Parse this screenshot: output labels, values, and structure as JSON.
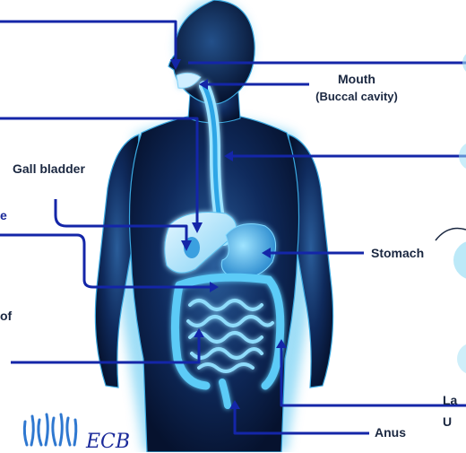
{
  "labels": {
    "mouth": "Mouth",
    "buccal_cavity": "(Buccal cavity)",
    "gall_bladder": "Gall bladder",
    "stomach": "Stomach",
    "anus": "Anus",
    "edge_e": "e",
    "edge_of": "of",
    "edge_la": "La",
    "edge_u": "U"
  },
  "handwriting": "ECB",
  "colors": {
    "body_glow": "#4fc3f0",
    "body_dark": "#0b1a3a",
    "leader_line": "#1426a8",
    "background": "#ffffff",
    "organ_light": "#cfeeff",
    "organ_blue": "#2fa6e6"
  }
}
